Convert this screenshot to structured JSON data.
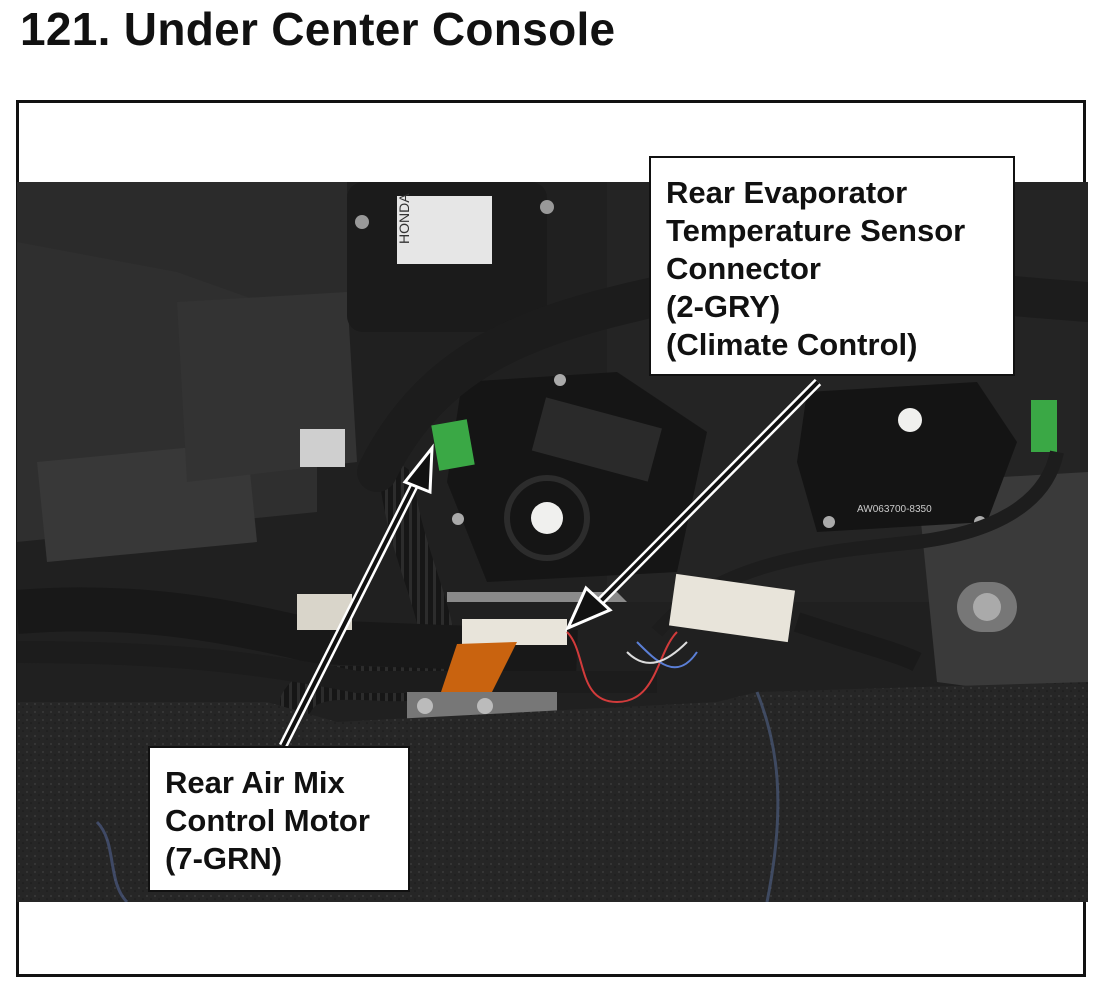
{
  "title": "121.  Under Center Console",
  "callouts": {
    "evaporator_sensor": {
      "lines": [
        "Rear Evaporator",
        "Temperature Sensor",
        "Connector",
        "(2-GRY)",
        "(Climate Control)"
      ]
    },
    "air_mix_motor": {
      "lines": [
        "Rear Air Mix",
        "Control Motor",
        "(7-GRN)"
      ]
    }
  },
  "photo_labels": {
    "blower_label_brand": "HONDA",
    "actuator_part_number": "AW063700-8350"
  },
  "colors": {
    "text": "#111111",
    "connector_green": "#3aa845",
    "connector_white": "#e8e4da",
    "carpet": "#262626",
    "plastic": "#1a1a1a"
  }
}
